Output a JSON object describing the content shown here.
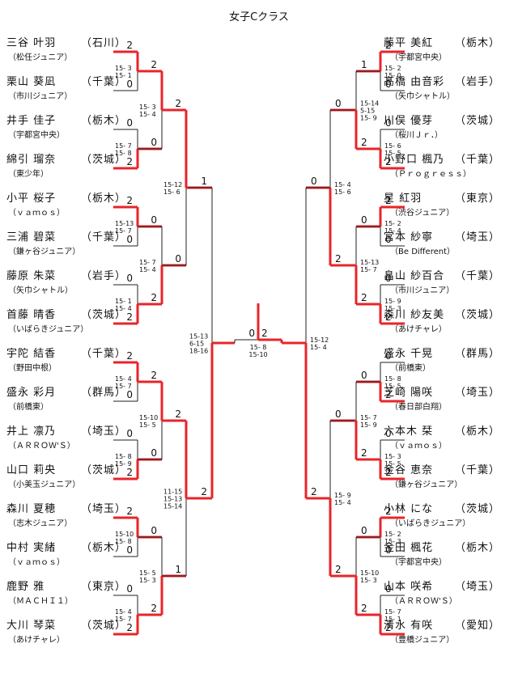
{
  "title": "女子Cクラス",
  "colors": {
    "win": "#e8242a",
    "line": "#222222"
  },
  "left_players": [
    {
      "name": "三谷  叶羽",
      "pref": "（石川）",
      "club": "（松任ジュニア）"
    },
    {
      "name": "栗山  葵凪",
      "pref": "（千葉）",
      "club": "（市川ジュニア）"
    },
    {
      "name": "井手  佳子",
      "pref": "（栃木）",
      "club": "（宇都宮中央）"
    },
    {
      "name": "綿引  瑠奈",
      "pref": "（茨城）",
      "club": "（東少年）"
    },
    {
      "name": "小平  桜子",
      "pref": "（栃木）",
      "club": "（ｖａｍｏｓ）"
    },
    {
      "name": "三浦  碧菜",
      "pref": "（千葉）",
      "club": "（鎌ヶ谷ジュニア）"
    },
    {
      "name": "藤原  朱菜",
      "pref": "（岩手）",
      "club": "（矢巾シャトル）"
    },
    {
      "name": "首藤  晴香",
      "pref": "（茨城）",
      "club": "（いばらきジュニア）"
    },
    {
      "name": "宇陀  結香",
      "pref": "（千葉）",
      "club": "（野田中根）"
    },
    {
      "name": "盛永  彩月",
      "pref": "（群馬）",
      "club": "（前橋東）"
    },
    {
      "name": "井上  凛乃",
      "pref": "（埼玉）",
      "club": "（ＡＲＲＯＷ'Ｓ）"
    },
    {
      "name": "山口  莉央",
      "pref": "（茨城）",
      "club": "（小美玉ジュニア）"
    },
    {
      "name": "森川  夏穂",
      "pref": "（埼玉）",
      "club": "（志木ジュニア）"
    },
    {
      "name": "中村  実緒",
      "pref": "（栃木）",
      "club": "（ｖａｍｏｓ）"
    },
    {
      "name": "鹿野    雅",
      "pref": "（東京）",
      "club": "（ＭＡＣＨＩ１）"
    },
    {
      "name": "大川  琴菜",
      "pref": "（茨城）",
      "club": "（あけチャレ）"
    }
  ],
  "right_players": [
    {
      "name": "藤平  美紅",
      "pref": "（栃木）",
      "club": "（宇都宮中央）"
    },
    {
      "name": "髙橋  由音彩",
      "pref": "（岩手）",
      "club": "（矢巾シャトル）"
    },
    {
      "name": "川俣  優芽",
      "pref": "（茨城）",
      "club": "（桜川Ｊｒ．）"
    },
    {
      "name": "小野口  楓乃",
      "pref": "（千葉）",
      "club": "（Ｐｒｏｇｒｅｓｓ）"
    },
    {
      "name": "星    紅羽",
      "pref": "（東京）",
      "club": "（渋谷ジュニア）"
    },
    {
      "name": "宮本  紗寧",
      "pref": "（埼玉）",
      "club": "（Be Different）"
    },
    {
      "name": "畠山  紗百合",
      "pref": "（千葉）",
      "club": "（市川ジュニア）"
    },
    {
      "name": "森川  紗友美",
      "pref": "（茨城）",
      "club": "（あけチャレ）"
    },
    {
      "name": "盛永  千晃",
      "pref": "（群馬）",
      "club": "（前橋東）"
    },
    {
      "name": "芝崎  陽咲",
      "pref": "（埼玉）",
      "club": "（春日部白翔）"
    },
    {
      "name": "六本木  栞",
      "pref": "（栃木）",
      "club": "（ｖａｍｏｓ）"
    },
    {
      "name": "金谷  恵奈",
      "pref": "（千葉）",
      "club": "（鎌ヶ谷ジュニア）"
    },
    {
      "name": "小林  にな",
      "pref": "（茨城）",
      "club": "（いばらきジュニア）"
    },
    {
      "name": "金田  楓花",
      "pref": "（栃木）",
      "club": "（宇都宮中央）"
    },
    {
      "name": "山本  咲希",
      "pref": "（埼玉）",
      "club": "（ＡＲＲＯＷ'Ｓ）"
    },
    {
      "name": "清水  有咲",
      "pref": "（愛知）",
      "club": "（豊橋ジュニア）"
    }
  ],
  "left_bracket": {
    "r1": [
      {
        "top": "2",
        "bot": "0",
        "score": [
          "15- 3",
          "15- 1"
        ],
        "w": "top"
      },
      {
        "top": "0",
        "bot": "2",
        "score": [
          "15- 7",
          "15- 8"
        ],
        "w": "bot"
      },
      {
        "top": "2",
        "bot": "0",
        "score": [
          "15-13",
          "15- 7"
        ],
        "w": "top"
      },
      {
        "top": "0",
        "bot": "2",
        "score": [
          "15- 1",
          "15- 4"
        ],
        "w": "bot"
      },
      {
        "top": "2",
        "bot": "0",
        "score": [
          "15- 4",
          "15- 7"
        ],
        "w": "top"
      },
      {
        "top": "0",
        "bot": "2",
        "score": [
          "15- 8",
          "15- 9"
        ],
        "w": "bot"
      },
      {
        "top": "2",
        "bot": "0",
        "score": [
          "15-10",
          "15- 8"
        ],
        "w": "top"
      },
      {
        "top": "0",
        "bot": "2",
        "score": [
          "15- 4",
          "15- 7"
        ],
        "w": "bot"
      }
    ],
    "r2": [
      {
        "top": "2",
        "bot": "0",
        "score": [
          "15- 3",
          "15- 4"
        ],
        "w": "top"
      },
      {
        "top": "0",
        "bot": "2",
        "score": [
          "15- 7",
          "15- 4"
        ],
        "w": "bot"
      },
      {
        "top": "2",
        "bot": "0",
        "score": [
          "15-10",
          "15- 5"
        ],
        "w": "top"
      },
      {
        "top": "0",
        "bot": "2",
        "score": [
          "15- 5",
          "15- 3"
        ],
        "w": "bot"
      }
    ],
    "r3": [
      {
        "top": "2",
        "bot": "0",
        "score": [
          "15-12",
          "15- 6"
        ],
        "w": "top"
      },
      {
        "top": "2",
        "bot": "1",
        "score": [
          "11-15",
          "15-13",
          "15-14"
        ],
        "w": "top"
      }
    ],
    "r4": [
      {
        "top": "1",
        "bot": "2",
        "score": [
          "15-13",
          "6-15",
          "18-16"
        ],
        "w": "bot"
      }
    ]
  },
  "right_bracket": {
    "r1": [
      {
        "top": "2",
        "bot": "0",
        "score": [
          "15- 2",
          "15- 0"
        ],
        "w": "top"
      },
      {
        "top": "0",
        "bot": "2",
        "score": [
          "15- 6",
          "15- 5"
        ],
        "w": "bot"
      },
      {
        "top": "2",
        "bot": "0",
        "score": [
          "15- 2",
          "15- 4"
        ],
        "w": "top"
      },
      {
        "top": "0",
        "bot": "2",
        "score": [
          "15- 9",
          "15- 3"
        ],
        "w": "bot"
      },
      {
        "top": "0",
        "bot": "2",
        "score": [
          "15- 8",
          "15- 5"
        ],
        "w": "bot"
      },
      {
        "top": "0",
        "bot": "2",
        "score": [
          "15- 3",
          "15- 5"
        ],
        "w": "bot"
      },
      {
        "top": "2",
        "bot": "0",
        "score": [
          "15- 2",
          "15- 3"
        ],
        "w": "top"
      },
      {
        "top": "0",
        "bot": "2",
        "score": [
          "15- 7",
          "15- 1"
        ],
        "w": "bot"
      }
    ],
    "r2": [
      {
        "top": "1",
        "bot": "2",
        "score": [
          "15-14",
          "5-15",
          "15- 9"
        ],
        "w": "bot"
      },
      {
        "top": "0",
        "bot": "2",
        "score": [
          "15-13",
          "15- 7"
        ],
        "w": "bot"
      },
      {
        "top": "0",
        "bot": "2",
        "score": [
          "15- 7",
          "15- 9"
        ],
        "w": "bot"
      },
      {
        "top": "0",
        "bot": "2",
        "score": [
          "15-10",
          "15- 3"
        ],
        "w": "bot"
      }
    ],
    "r3": [
      {
        "top": "0",
        "bot": "2",
        "score": [
          "15- 4",
          "15- 6"
        ],
        "w": "bot"
      },
      {
        "top": "0",
        "bot": "2",
        "score": [
          "15- 9",
          "15- 4"
        ],
        "w": "bot"
      }
    ],
    "r4": [
      {
        "top": "0",
        "bot": "2",
        "score": [
          "15-12",
          "15- 4"
        ],
        "w": "bot"
      }
    ]
  },
  "final": {
    "left": "0",
    "right": "2",
    "score": [
      "15- 8",
      "15-10"
    ]
  }
}
